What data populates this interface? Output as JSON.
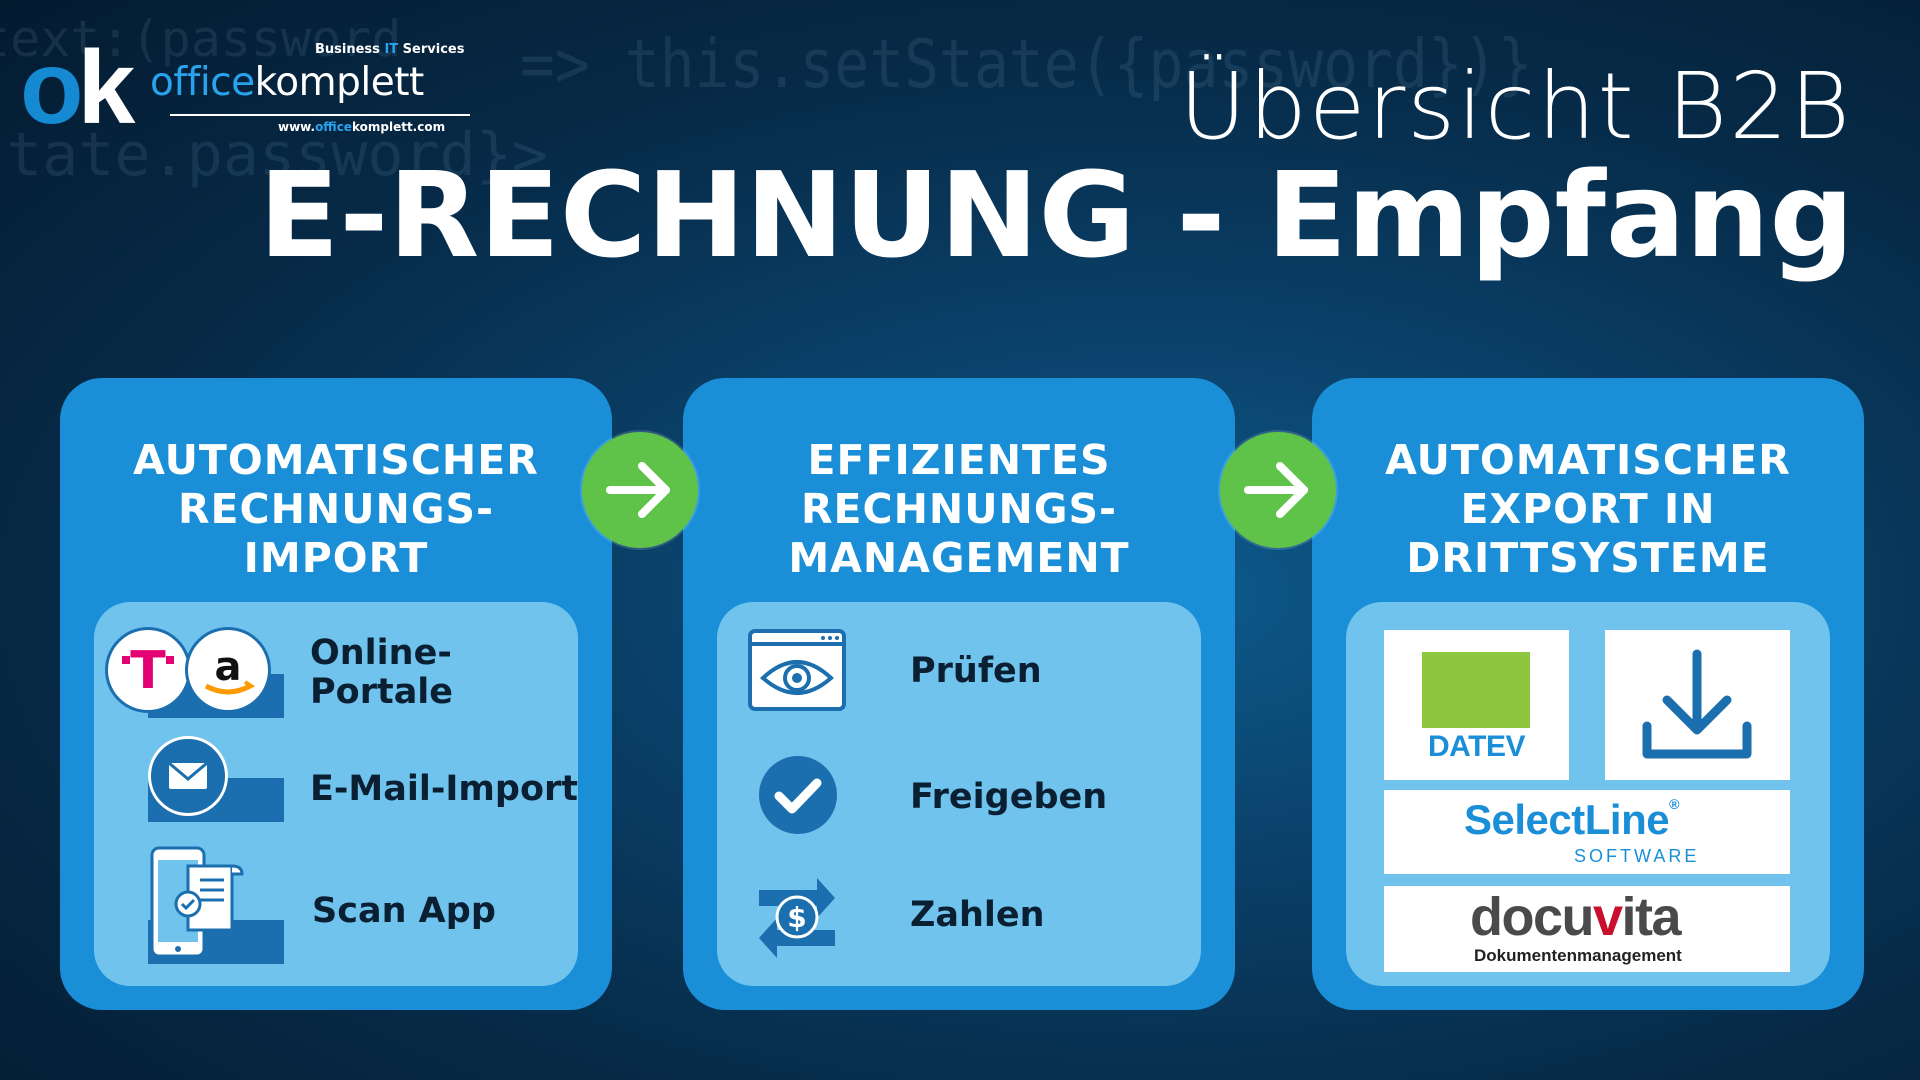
{
  "logo": {
    "tagline_pre": "Business ",
    "tagline_it": "IT",
    "tagline_post": " Services",
    "name_a": "office",
    "name_b": "komplett",
    "url_pre": "www.",
    "url_mid": "office",
    "url_post": "komplett.com"
  },
  "header": {
    "subtitle": "Übersicht B2B",
    "title": "E-RECHNUNG - Empfang"
  },
  "columns": [
    {
      "title": [
        "AUTOMATISCHER",
        "RECHNUNGS-",
        "IMPORT"
      ],
      "items": [
        {
          "label": "Online-\nPortale",
          "icon": "telekom-amazon-icon"
        },
        {
          "label": "E-Mail-Import",
          "icon": "envelope-icon"
        },
        {
          "label": "Scan App",
          "icon": "smartphone-scan-icon"
        }
      ]
    },
    {
      "title": [
        "EFFIZIENTES",
        "RECHNUNGS-",
        "MANAGEMENT"
      ],
      "items": [
        {
          "label": "Prüfen",
          "icon": "eye-window-icon"
        },
        {
          "label": "Freigeben",
          "icon": "checkmark-icon"
        },
        {
          "label": "Zahlen",
          "icon": "dollar-exchange-icon"
        }
      ]
    },
    {
      "title": [
        "AUTOMATISCHER",
        "EXPORT IN",
        "DRITTSYSTEME"
      ],
      "logos": {
        "datev": "DATEV",
        "selectline": "SelectLine",
        "selectline_reg": "®",
        "selectline_sub": "SOFTWARE",
        "docuvita_a": "docu",
        "docuvita_v": "v",
        "docuvita_b": "ita",
        "docuvita_sub": "Dokumentenmanagement"
      }
    }
  ],
  "colors": {
    "panel": "#1a8fd8",
    "inner": "#6fc3ec",
    "arrow": "#5fc34a",
    "band": "#1b6fae",
    "datev_green": "#8dc63f",
    "selectline_blue": "#1a8fd8",
    "docuvita_red": "#c8102e"
  }
}
